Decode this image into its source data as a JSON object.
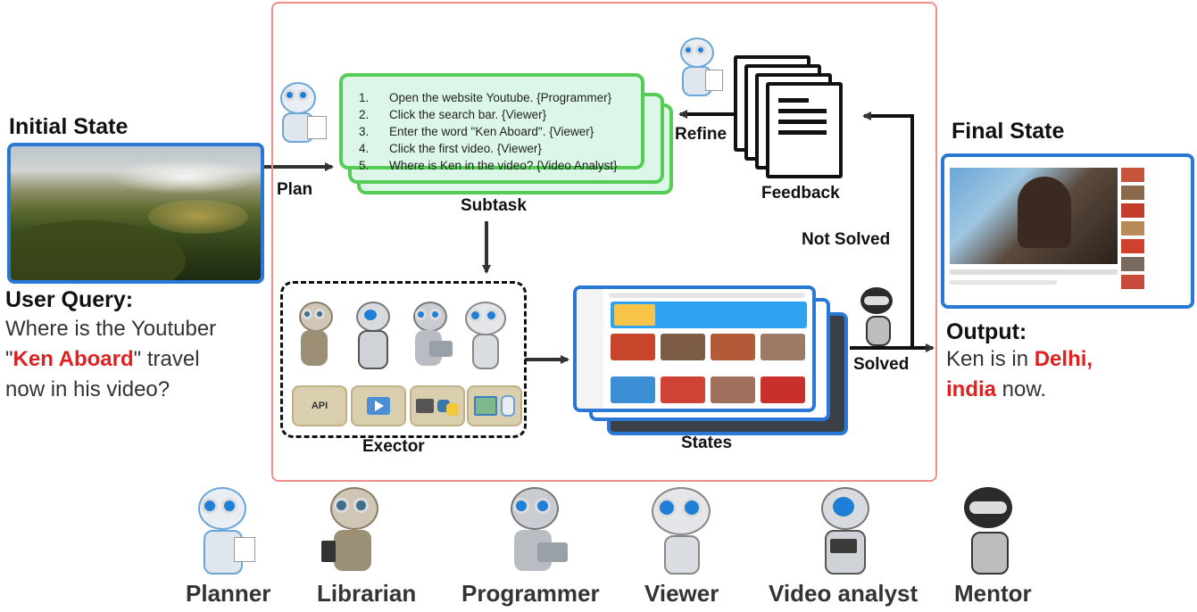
{
  "initial_state": {
    "title": "Initial State"
  },
  "user_query": {
    "heading": "User Query:",
    "line1": "Where is the Youtuber",
    "quote_open": "\"",
    "highlight": "Ken Aboard",
    "quote_close": "\" travel",
    "line3": "now in his video?"
  },
  "plan_label": "Plan",
  "subtask": {
    "label": "Subtask",
    "items": [
      {
        "num": "1.",
        "text": "Open the website Youtube. {Programmer}"
      },
      {
        "num": "2.",
        "text": "Click the search bar. {Viewer}"
      },
      {
        "num": "3.",
        "text": "Enter the word \"Ken Aboard\". {Viewer}"
      },
      {
        "num": "4.",
        "text": "Click the first video. {Viewer}"
      },
      {
        "num": "5.",
        "text": "Where is Ken in the video? {Video Analyst}"
      }
    ]
  },
  "refine_label": "Refine",
  "feedback_label": "Feedback",
  "not_solved_label": "Not Solved",
  "solved_label": "Solved",
  "executor": {
    "label": "Exector",
    "tools": [
      {
        "icon": "api-icon",
        "text": "API"
      },
      {
        "icon": "video-icon",
        "text": ""
      },
      {
        "icon": "terminal-python-icon",
        "text": ""
      },
      {
        "icon": "image-mouse-icon",
        "text": ""
      }
    ]
  },
  "states_label": "States",
  "final_state": {
    "title": "Final State"
  },
  "output": {
    "heading": "Output:",
    "prefix": "Ken is in ",
    "highlight1": "Delhi,",
    "highlight2": "india",
    "suffix": " now."
  },
  "agents": [
    "Planner",
    "Librarian",
    "Programmer",
    "Viewer",
    "Video analyst",
    "Mentor"
  ],
  "colors": {
    "frame": "#f08e8e",
    "screenshot_border": "#2a78d6",
    "subtask_fill": "#dcf7e7",
    "subtask_border": "#55cc55",
    "highlight_red": "#e02020"
  }
}
